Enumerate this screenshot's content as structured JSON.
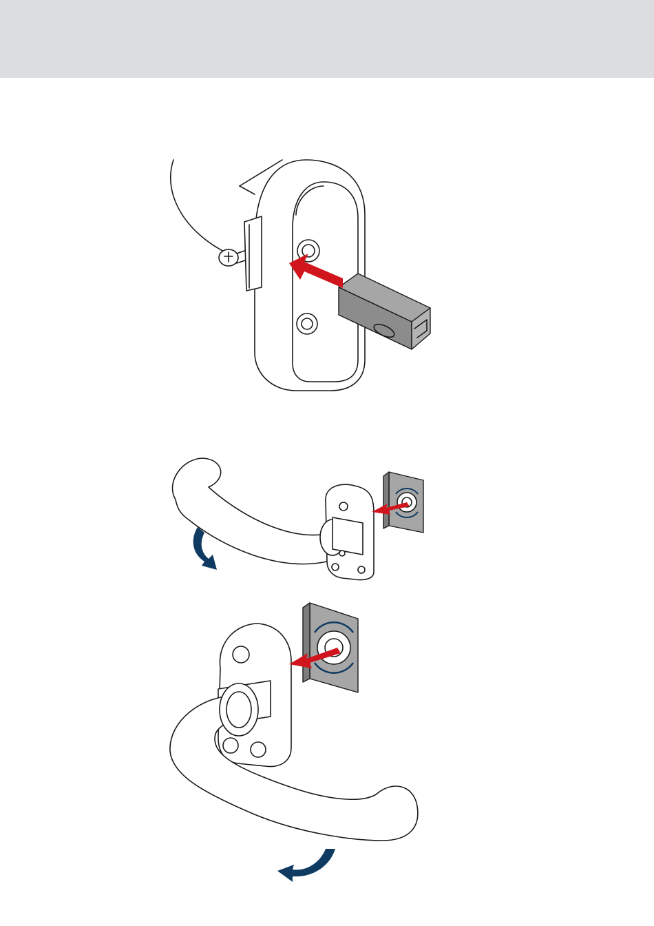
{
  "colors": {
    "header_band": "#dcdde0",
    "arrow_red": "#d0161c",
    "arrow_blue": "#0f3a62",
    "part_grey": "#a6a6a6",
    "part_grey_dark": "#7d7d7d",
    "line": "#1a1a1a"
  },
  "figures": [
    {
      "id": "pull-handle-square-spindle",
      "icon": "pull-handle-with-spindle-insert"
    },
    {
      "id": "lever-handle-insert-top",
      "icon": "lever-handle-with-square-insert"
    },
    {
      "id": "lever-handle-insert-bottom",
      "icon": "lever-handle-with-square-insert"
    }
  ]
}
